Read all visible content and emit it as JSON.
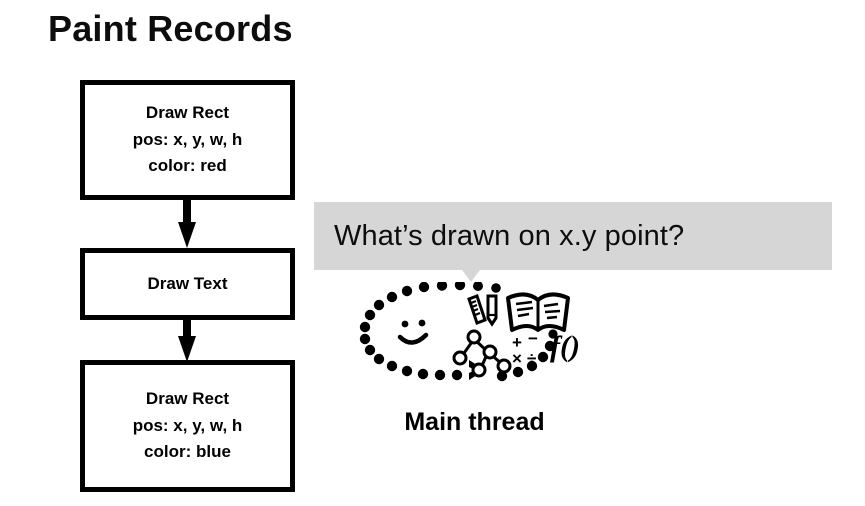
{
  "slide": {
    "title": "Paint Records",
    "background_color": "#ffffff",
    "ink_color": "#000000"
  },
  "paint_records": {
    "boxes": [
      {
        "name": "draw-rect-red",
        "lines": [
          "Draw Rect",
          "pos: x, y, w, h",
          "color: red"
        ]
      },
      {
        "name": "draw-text",
        "lines": [
          "Draw Text"
        ]
      },
      {
        "name": "draw-rect-blue",
        "lines": [
          "Draw Rect",
          "pos: x, y, w, h",
          "color: blue"
        ]
      }
    ],
    "connectors": [
      {
        "name": "arrow-down-1",
        "glyph": "down-arrow"
      },
      {
        "name": "arrow-down-2",
        "glyph": "down-arrow"
      }
    ]
  },
  "speech_bubble": {
    "text": "What’s drawn on x.y point?",
    "background_color": "#d6d6d6",
    "text_color": "#0d0d0d",
    "tail": "down"
  },
  "main_thread": {
    "label": "Main thread",
    "figure_icons": [
      "dotted-oval",
      "smiley-face",
      "chevron-right-arrow",
      "ruler-icon",
      "pencil-icon",
      "open-book-icon",
      "tree-graph-icon",
      "math-symbols-icon",
      "function-notation-icon"
    ],
    "math_symbols": [
      "+",
      "−",
      "×",
      "÷"
    ],
    "function_notation": "f()"
  }
}
